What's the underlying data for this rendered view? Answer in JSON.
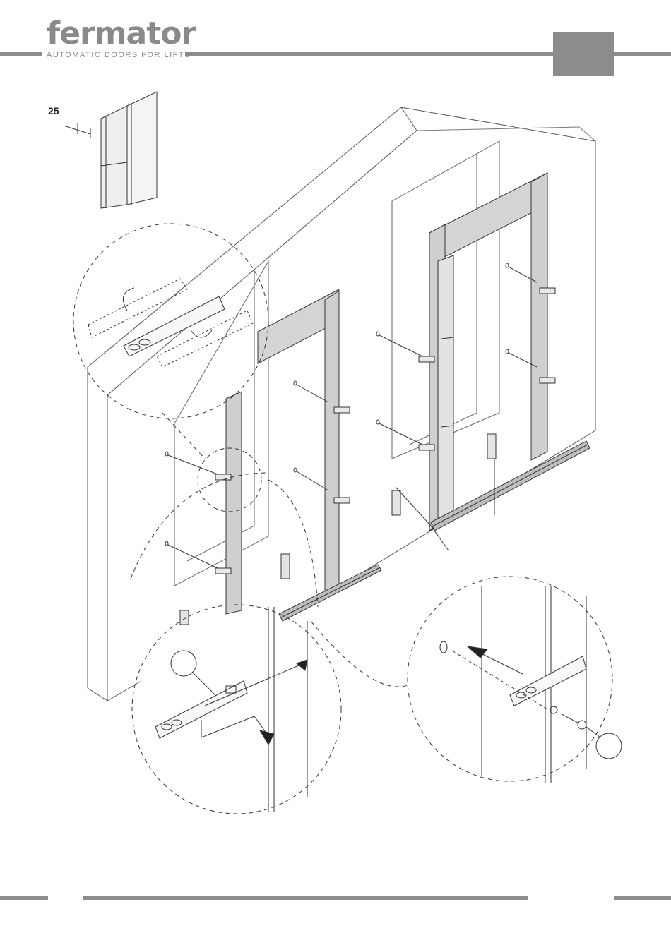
{
  "header": {
    "brand": "fermator",
    "tagline": "AUTOMATIC DOORS FOR LIFTS",
    "brand_color": "#8a8a8a",
    "rule_color": "#8c8c8c"
  },
  "drawing": {
    "dimension_label": "25"
  }
}
